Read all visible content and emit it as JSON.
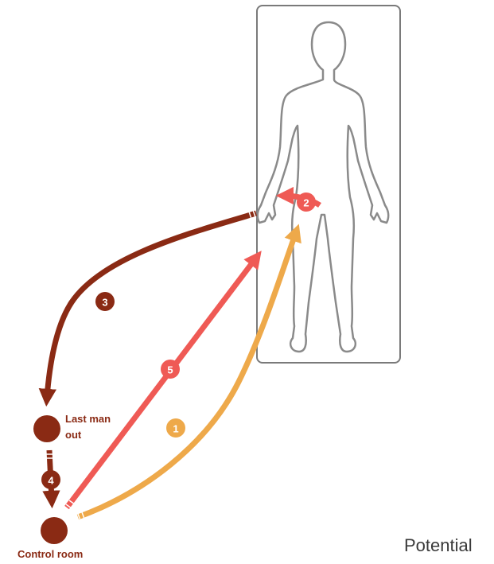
{
  "colors": {
    "dark_red": "#8a2a14",
    "coral": "#ef5a55",
    "orange": "#eea94a",
    "outline": "#7a7a7a"
  },
  "nodes": {
    "last_man_out": {
      "line1": "Last man",
      "line2": "out"
    },
    "control_room": {
      "label": "Control room"
    }
  },
  "steps": [
    {
      "number": "1",
      "color": "#eea94a"
    },
    {
      "number": "2",
      "color": "#ef5a55"
    },
    {
      "number": "3",
      "color": "#8a2a14"
    },
    {
      "number": "4",
      "color": "#8a2a14"
    },
    {
      "number": "5",
      "color": "#ef5a55"
    }
  ],
  "caption": "Potential"
}
